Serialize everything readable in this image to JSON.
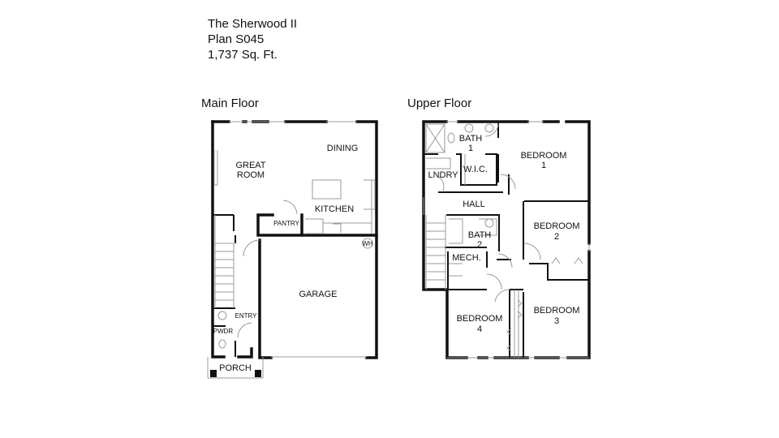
{
  "header": {
    "name": "The Sherwood II",
    "plan": "Plan S045",
    "area": "1,737 Sq. Ft."
  },
  "main_floor": {
    "title": "Main Floor",
    "rooms": {
      "great_room_1": "GREAT",
      "great_room_2": "ROOM",
      "dining": "DINING",
      "kitchen": "KITCHEN",
      "pantry": "PANTRY",
      "wh": "WH",
      "garage": "GARAGE",
      "entry": "ENTRY",
      "pwdr": "PWDR",
      "porch": "PORCH"
    }
  },
  "upper_floor": {
    "title": "Upper Floor",
    "rooms": {
      "bath1": "BATH",
      "bath1_n": "1",
      "wic": "W.I.C.",
      "lndry": "LNDRY",
      "bedroom1": "BEDROOM",
      "bedroom1_n": "1",
      "hall": "HALL",
      "bath2": "BATH",
      "bath2_n": "2",
      "mech": "MECH.",
      "bedroom2": "BEDROOM",
      "bedroom2_n": "2",
      "bedroom3": "BEDROOM",
      "bedroom3_n": "3",
      "bedroom4": "BEDROOM",
      "bedroom4_n": "4"
    }
  }
}
